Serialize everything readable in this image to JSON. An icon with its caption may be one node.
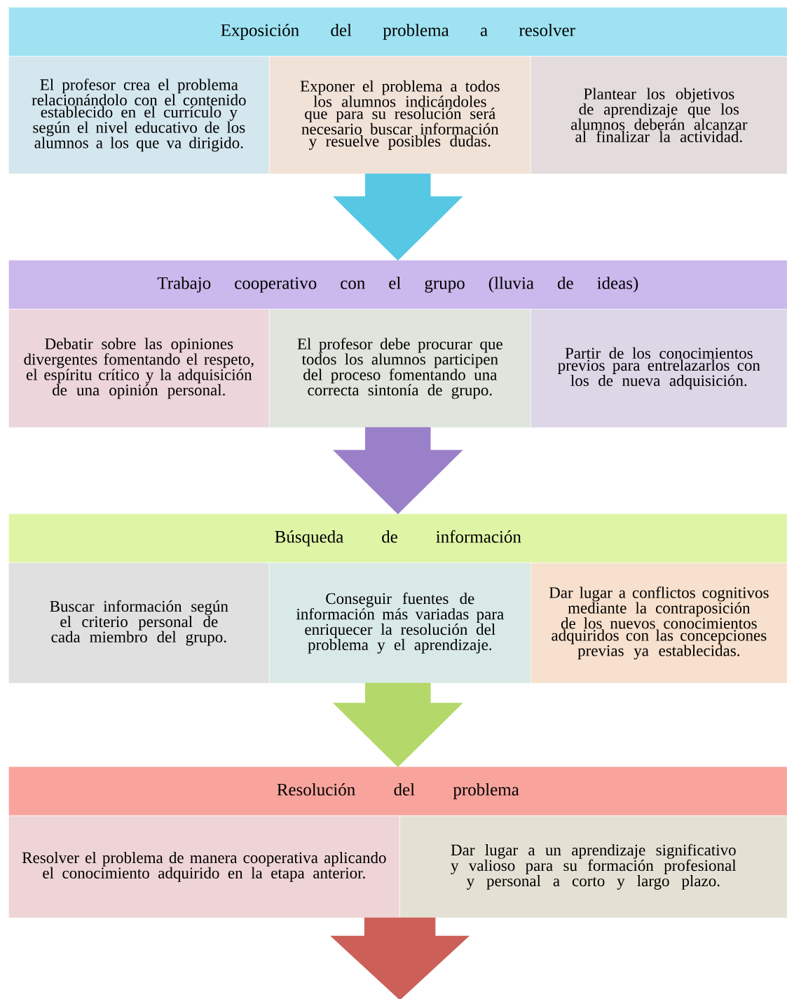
{
  "diagram": {
    "nodes": [
      {
        "text": [
          "Exposición del problema a resolver"
        ]
      },
      {
        "text": [
          "El profesor crea el problema relacionándolo con el contenido establecido en el currículo y según el nivel educativo de los alumnos a los que va dirigido."
        ]
      },
      {
        "text": [
          "Exponer el problema a todos los alumnos indicándoles que para su resolución será necesario buscar información y resuelve posibles dudas."
        ]
      },
      {
        "text": [
          "Plantear los objetivos de aprendizaje que los alumnos deberán alcanzar al finalizar la actividad."
        ]
      },
      {
        "text": [
          "Trabajo cooperativo con el grupo (lluvia de ideas)"
        ]
      },
      {
        "text": [
          "Debatir sobre las opiniones divergentes fomentando el respeto, el espíritu crítico y la adquisición de una opinión personal."
        ]
      },
      {
        "text": [
          "El profesor debe procurar que todos los alumnos participen del proceso fomentando una correcta sintonía de grupo."
        ]
      },
      {
        "text": [
          "Partir de los conocimientos previos para entrelazarlos con los de nueva adquisición."
        ]
      },
      {
        "text": [
          "Búsqueda de información"
        ]
      },
      {
        "text": [
          "Buscar información según el criterio personal de cada miembro del grupo."
        ]
      },
      {
        "text": [
          "Conseguir fuentes de información más variadas para enriquecer la resolución del problema y el aprendizaje."
        ]
      },
      {
        "text": [
          "Dar lugar a conflictos cognitivos mediante la contraposición de los nuevos conocimientos adquiridos con las concepciones previas ya establecidas."
        ]
      },
      {
        "text": [
          "Resolución del problema"
        ]
      },
      {
        "text": [
          "Resolver el problema de manera cooperativa aplicando el conocimiento adquirido en la etapa anterior."
        ]
      },
      {
        "text": [
          "Dar lugar a un aprendizaje significativo y valioso para su formación profesional y personal a corto y largo plazo."
        ]
      }
    ],
    "edges": [
      {
        "from": 2,
        "to": 4,
        "arrow": "to",
        "style": "thick",
        "color": "#56c8e4"
      },
      {
        "from": 6,
        "to": 8,
        "arrow": "to",
        "style": "thick",
        "color": "#9a80c8"
      },
      {
        "from": 10,
        "to": 12,
        "arrow": "to",
        "style": "thick",
        "color": "#b4d86a"
      },
      {
        "from": 13,
        "to": null,
        "arrow": "to",
        "style": "thick",
        "color": "#cc6058"
      }
    ]
  }
}
